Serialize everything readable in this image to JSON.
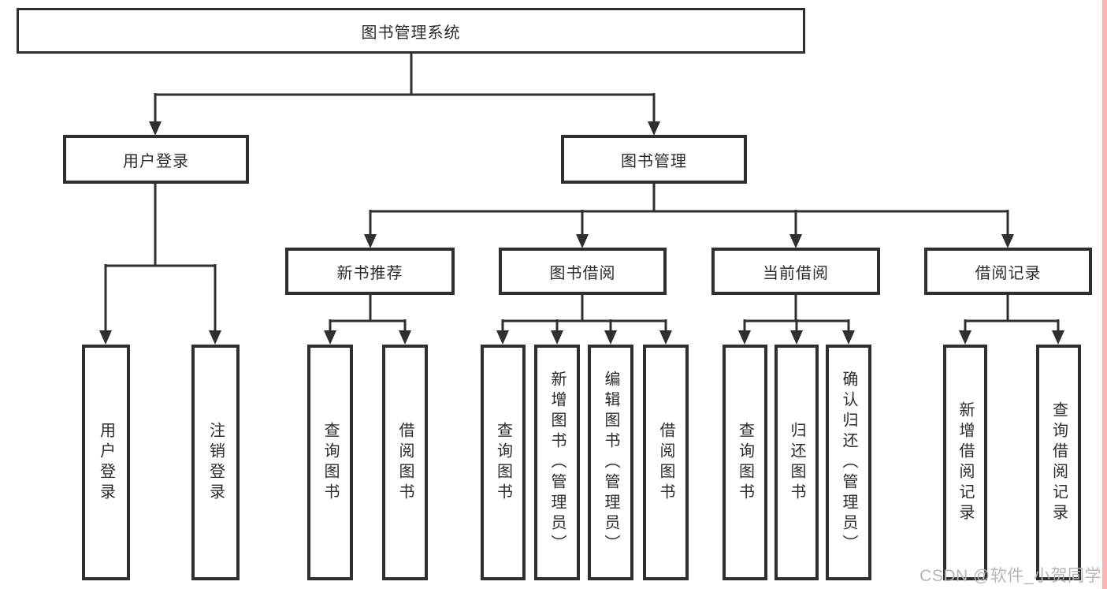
{
  "colors": {
    "line": "#2f2f2f",
    "text": "#2b2b2b",
    "background": "#ffffff",
    "watermark": "#b6b6b6",
    "edge-strip": "#f5b8b4"
  },
  "root": {
    "label": "图书管理系统"
  },
  "level2": [
    {
      "label": "用户登录"
    },
    {
      "label": "图书管理"
    }
  ],
  "level3": [
    {
      "label": "新书推荐"
    },
    {
      "label": "图书借阅"
    },
    {
      "label": "当前借阅"
    },
    {
      "label": "借阅记录"
    }
  ],
  "leaves": {
    "user_login": [
      {
        "label": "用户登录"
      },
      {
        "label": "注销登录"
      }
    ],
    "new_book": [
      {
        "label": "查询图书"
      },
      {
        "label": "借阅图书"
      }
    ],
    "book_borrow": [
      {
        "label": "查询图书"
      },
      {
        "label": "新增图书（管理员）"
      },
      {
        "label": "编辑图书（管理员）"
      },
      {
        "label": "借阅图书"
      }
    ],
    "current_borrow": [
      {
        "label": "查询图书"
      },
      {
        "label": "归还图书"
      },
      {
        "label": "确认归还（管理员）"
      }
    ],
    "borrow_record": [
      {
        "label": "新增借阅记录"
      },
      {
        "label": "查询借阅记录"
      }
    ]
  },
  "watermark": {
    "text": "CSDN @软件_小贺同学"
  }
}
